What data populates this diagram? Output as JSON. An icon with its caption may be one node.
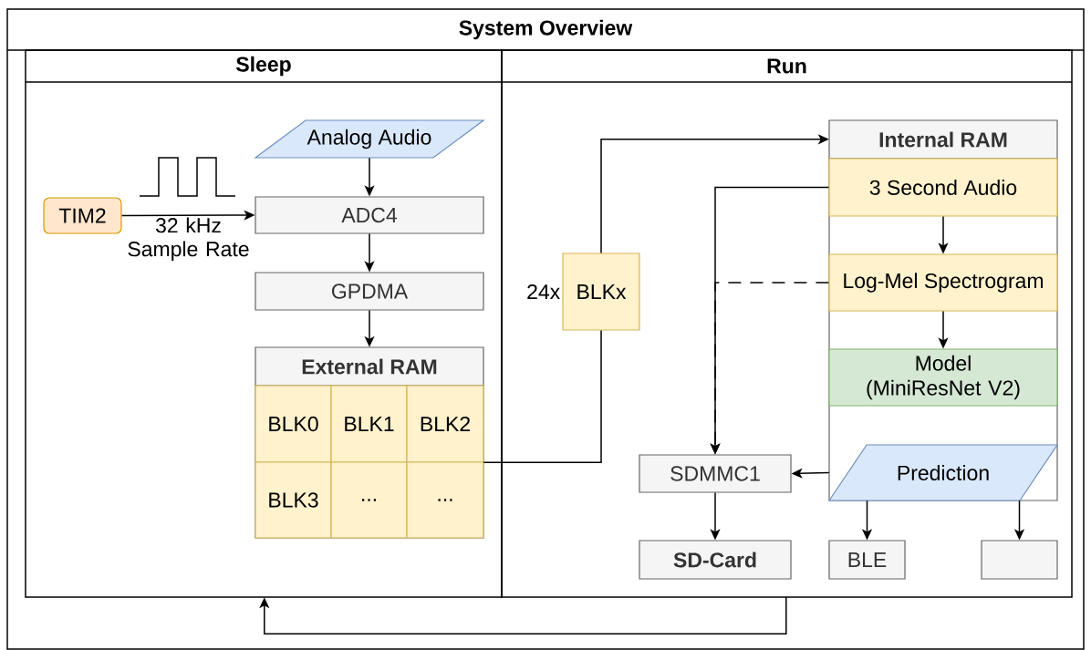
{
  "diagram": {
    "nodes": [
      {
        "text": [
          "System Overview"
        ]
      },
      {
        "text": [
          "Sleep"
        ],
        "in": 0
      },
      {
        "text": [
          "Run"
        ],
        "in": 0
      },
      {
        "text": [
          "TIM2"
        ],
        "in": 1
      },
      {
        "text": [
          "Analog Audio"
        ],
        "in": 1
      },
      {
        "text": [
          "ADC4"
        ],
        "in": 1
      },
      {
        "text": [
          "GPDMA"
        ],
        "in": 1
      },
      {
        "text": [
          "External RAM"
        ],
        "in": 1
      },
      {
        "text": [
          "BLK0"
        ],
        "in": 7
      },
      {
        "text": [
          "BLK1"
        ],
        "in": 7
      },
      {
        "text": [
          "BLK2"
        ],
        "in": 7
      },
      {
        "text": [
          "BLK3"
        ],
        "in": 7
      },
      {
        "text": [
          "..."
        ],
        "in": 7
      },
      {
        "text": [
          "..."
        ],
        "in": 7
      },
      {
        "text": [
          "BLKx"
        ],
        "beside": [
          "24x"
        ],
        "in": 2
      },
      {
        "text": [
          "Internal RAM"
        ],
        "in": 2
      },
      {
        "text": [
          "3 Second Audio"
        ],
        "in": 15
      },
      {
        "text": [
          "Log-Mel Spectrogram"
        ],
        "in": 15
      },
      {
        "text": [
          "Model (MiniResNet V2)"
        ],
        "in": 15
      },
      {
        "text": [
          "Prediction"
        ],
        "in": 15
      },
      {
        "text": [
          "SDMMC1"
        ],
        "in": 2
      },
      {
        "text": [
          "SD-Card"
        ],
        "in": 2
      },
      {
        "text": [
          "BLE"
        ],
        "in": 2
      },
      {
        "text": [],
        "shape": "box",
        "in": 2
      }
    ],
    "edges": [
      {
        "from": 3,
        "to": 5,
        "arrow": "to",
        "label": "32 kHz Sample Rate"
      },
      {
        "from": 4,
        "to": 5,
        "arrow": "to"
      },
      {
        "from": 5,
        "to": 6,
        "arrow": "to"
      },
      {
        "from": 6,
        "to": 7,
        "arrow": "to"
      },
      {
        "from": 7,
        "to": 14,
        "arrow": "none"
      },
      {
        "from": 14,
        "to": 15,
        "arrow": "to"
      },
      {
        "from": 16,
        "to": 17,
        "arrow": "to"
      },
      {
        "from": 17,
        "to": 18,
        "arrow": "to"
      },
      {
        "from": 16,
        "to": 20,
        "arrow": "to"
      },
      {
        "from": 17,
        "to": 20,
        "arrow": "to",
        "style": "dashed"
      },
      {
        "from": 19,
        "to": 20,
        "arrow": "to"
      },
      {
        "from": 20,
        "to": 21,
        "arrow": "to"
      },
      {
        "from": 19,
        "to": 22,
        "arrow": "to"
      },
      {
        "from": 19,
        "to": 23,
        "arrow": "to"
      },
      {
        "from": 2,
        "to": 1,
        "arrow": "to"
      }
    ]
  }
}
